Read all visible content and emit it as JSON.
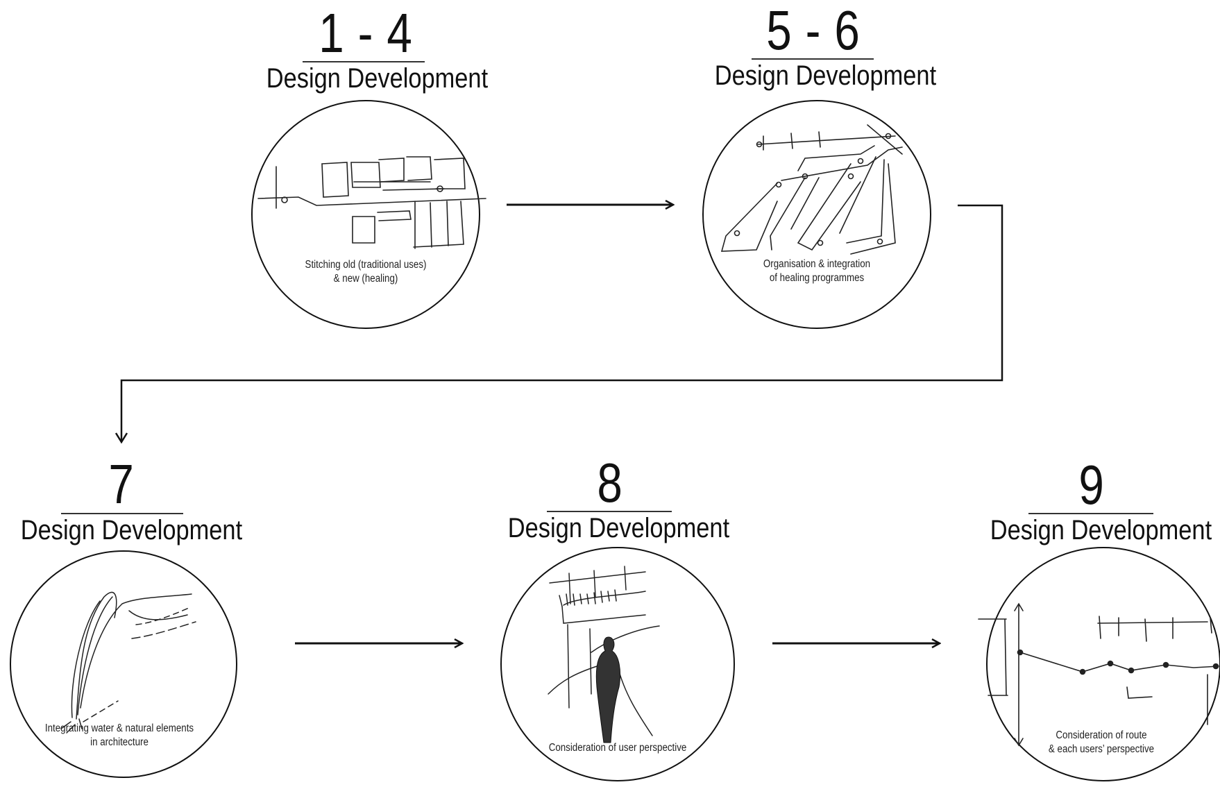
{
  "stages": [
    {
      "number": "1 - 4",
      "heading": "Design Development",
      "caption_lines": [
        "Stitching old (traditional uses)",
        "& new (healing)"
      ]
    },
    {
      "number": "5 - 6",
      "heading": "Design Development",
      "caption_lines": [
        "Organisation & integration",
        "of healing programmes"
      ]
    },
    {
      "number": "7",
      "heading": "Design Development",
      "caption_lines": [
        "Integrating water & natural elements",
        "in architecture"
      ]
    },
    {
      "number": "8",
      "heading": "Design Development",
      "caption_lines": [
        "Consideration of user perspective"
      ]
    },
    {
      "number": "9",
      "heading": "Design Development",
      "caption_lines": [
        "Consideration of route",
        "& each users’ perspective"
      ]
    }
  ],
  "colors": {
    "line": "#111111",
    "sketch": "#222222",
    "rule": "#333333"
  },
  "icon_names": [
    "arrow-right-icon",
    "arrow-down-icon"
  ]
}
